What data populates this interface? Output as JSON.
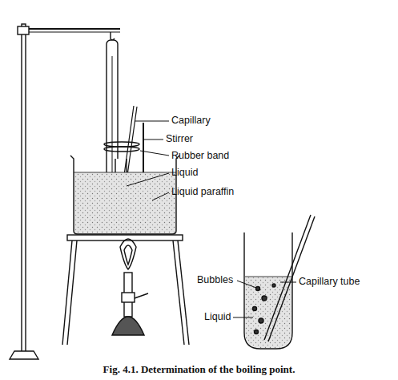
{
  "diagram": {
    "caption": "Fig. 4.1. Determination of the boiling point.",
    "labels": [
      "Capillary",
      "Stirrer",
      "Rubber band",
      "Liquid",
      "Liquid paraffin",
      "Bubbles",
      "Capillary tube",
      "Liquid"
    ]
  }
}
